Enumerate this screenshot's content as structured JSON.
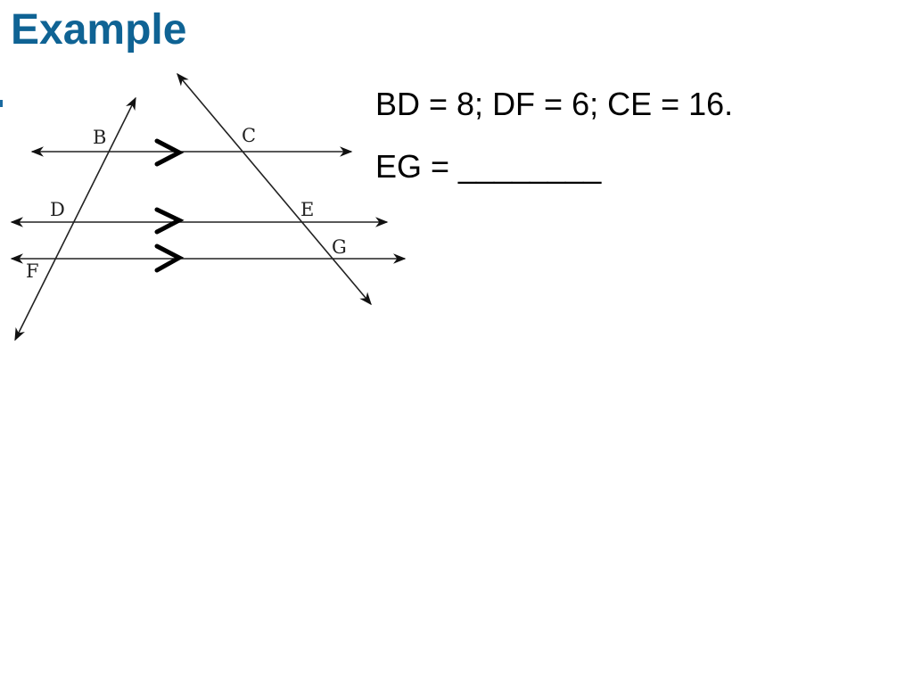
{
  "slide": {
    "title": "Example"
  },
  "problem": {
    "given": "BD = 8; DF = 6; CE = 16.",
    "question": "EG = ________"
  },
  "diagram": {
    "points": {
      "B": "B",
      "C": "C",
      "D": "D",
      "E": "E",
      "F": "F",
      "G": "G"
    },
    "parallel_marker": "chevron-arrow"
  },
  "colors": {
    "title": "#0f6394",
    "text": "#000000",
    "lines": "#222222"
  }
}
